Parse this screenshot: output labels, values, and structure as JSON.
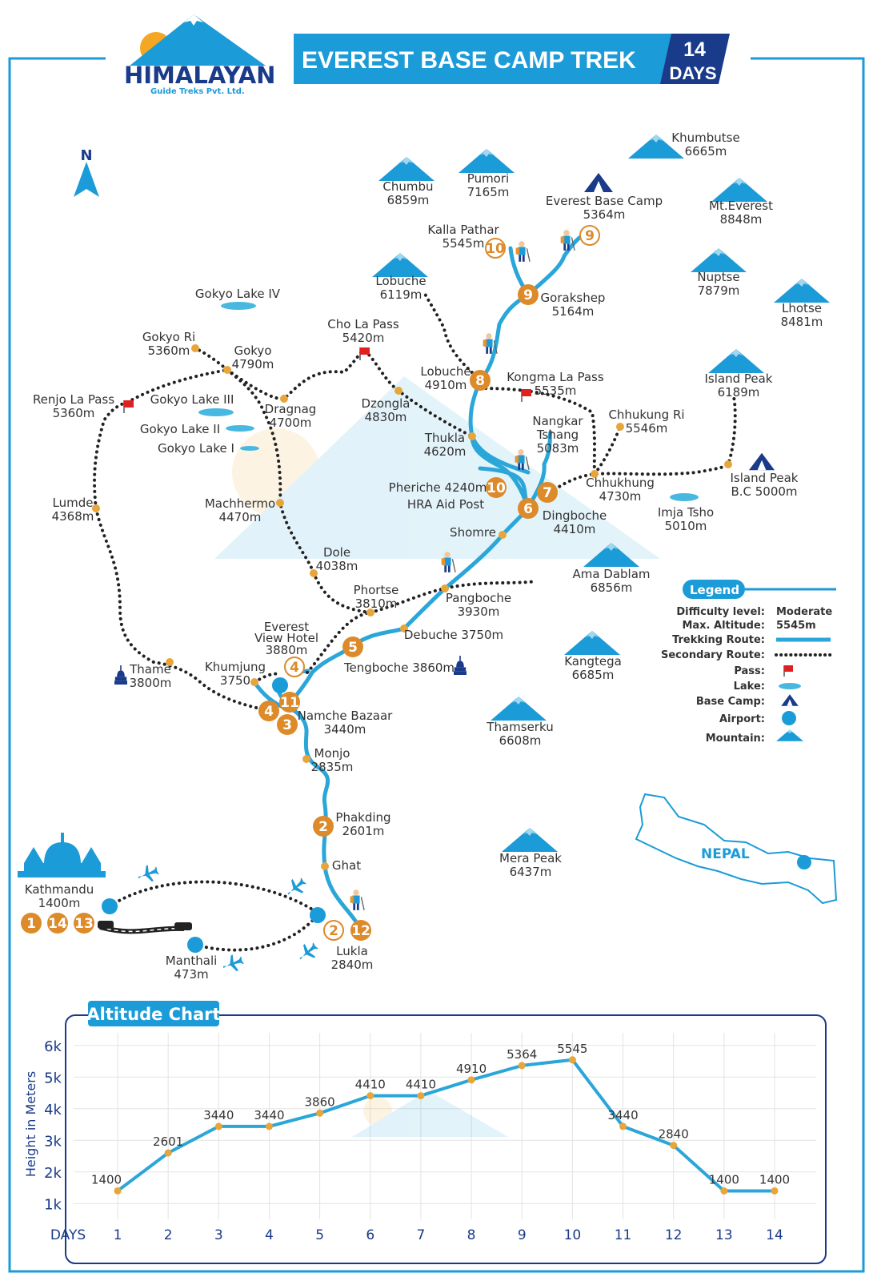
{
  "logo": {
    "brand": "HIMALAYAN",
    "tagline": "Guide Treks Pvt. Ltd."
  },
  "header": {
    "title": "EVEREST BASE CAMP TREK",
    "days_number": "14",
    "days_word": "DAYS"
  },
  "north_label": "N",
  "colors": {
    "primary_blue": "#1b9bd7",
    "dark_blue": "#1a3a8a",
    "orange": "#e8922b",
    "marker_orange": "#dc8a2a",
    "route_blue": "#2ba6d8"
  },
  "mountains": [
    {
      "name": "Chumbu",
      "alt": "6859m"
    },
    {
      "name": "Pumori",
      "alt": "7165m"
    },
    {
      "name": "Khumbutse",
      "alt": "6665m"
    },
    {
      "name": "Mt.Everest",
      "alt": "8848m"
    },
    {
      "name": "Lobuche",
      "alt": "6119m"
    },
    {
      "name": "Nuptse",
      "alt": "7879m"
    },
    {
      "name": "Lhotse",
      "alt": "8481m"
    },
    {
      "name": "Island Peak",
      "alt": "6189m"
    },
    {
      "name": "Ama Dablam",
      "alt": "6856m"
    },
    {
      "name": "Kangtega",
      "alt": "6685m"
    },
    {
      "name": "Thamserku",
      "alt": "6608m"
    },
    {
      "name": "Mera Peak",
      "alt": "6437m"
    }
  ],
  "places": [
    {
      "name": "Everest Base Camp",
      "alt": "5364m"
    },
    {
      "name": "Kalla Pathar",
      "alt": "5545m"
    },
    {
      "name": "Gorakshep",
      "alt": "5164m"
    },
    {
      "name": "Gokyo Lake IV",
      "alt": ""
    },
    {
      "name": "Cho La Pass",
      "alt": "5420m"
    },
    {
      "name": "Gokyo Ri",
      "alt": "5360m"
    },
    {
      "name": "Gokyo",
      "alt": "4790m"
    },
    {
      "name": "Renjo La Pass",
      "alt": "5360m"
    },
    {
      "name": "Gokyo Lake III",
      "alt": ""
    },
    {
      "name": "Dragnag",
      "alt": "4700m"
    },
    {
      "name": "Gokyo Lake II",
      "alt": ""
    },
    {
      "name": "Gokyo Lake I",
      "alt": ""
    },
    {
      "name": "Lobuche",
      "alt": "4910m"
    },
    {
      "name": "Kongma La Pass",
      "alt": "5535m"
    },
    {
      "name": "Dzongla",
      "alt": "4830m"
    },
    {
      "name": "Thukla",
      "alt": "4620m"
    },
    {
      "name": "Nangkar",
      "alt": ""
    },
    {
      "name": "Tshang",
      "alt": "5083m"
    },
    {
      "name": "Chhukung Ri",
      "alt": "5546m"
    },
    {
      "name": "Island Peak",
      "alt": "B.C 5000m"
    },
    {
      "name": "Chhukhung",
      "alt": "4730m"
    },
    {
      "name": "Imja Tsho",
      "alt": "5010m"
    },
    {
      "name": "Lumde",
      "alt": "4368m"
    },
    {
      "name": "Machhermo",
      "alt": "4470m"
    },
    {
      "name": "Dingboche",
      "alt": "4410m"
    },
    {
      "name": "Shomre",
      "alt": ""
    },
    {
      "name": "Dole",
      "alt": "4038m"
    },
    {
      "name": "Phortse",
      "alt": "3810m"
    },
    {
      "name": "Pangboche",
      "alt": "3930m"
    },
    {
      "name": "Everest",
      "alt": ""
    },
    {
      "name": "View Hotel",
      "alt": "3880m"
    },
    {
      "name": "Thame",
      "alt": "3800m"
    },
    {
      "name": "Khumjung",
      "alt": "3750"
    },
    {
      "name": "Namche Bazaar",
      "alt": "3440m"
    },
    {
      "name": "Monjo",
      "alt": "2835m"
    },
    {
      "name": "Phakding",
      "alt": "2601m"
    },
    {
      "name": "Ghat",
      "alt": ""
    },
    {
      "name": "Kathmandu",
      "alt": "1400m"
    },
    {
      "name": "Manthali",
      "alt": "473m"
    },
    {
      "name": "Lukla",
      "alt": "2840m"
    }
  ],
  "inline_labels": {
    "pheriche": "Pheriche 4240m",
    "hra": "HRA Aid Post",
    "debuche": "Debuche 3750m",
    "tengboche": "Tengboche 3860m"
  },
  "day_markers": [
    "1",
    "2",
    "3",
    "4",
    "5",
    "6",
    "7",
    "8",
    "9",
    "10",
    "11",
    "12",
    "13",
    "14"
  ],
  "legend": {
    "title": "Legend",
    "difficulty_label": "Difficulty level:",
    "difficulty_value": "Moderate",
    "altitude_label": "Max. Altitude:",
    "altitude_value": "5545m",
    "trekking_route": "Trekking Route:",
    "secondary_route": "Secondary Route:",
    "pass": "Pass:",
    "lake": "Lake:",
    "base_camp": "Base Camp:",
    "airport": "Airport:",
    "mountain": "Mountain:"
  },
  "country_label": "NEPAL",
  "chart_data": {
    "type": "line",
    "title": "Altitude Chart",
    "xlabel": "DAYS",
    "ylabel": "Height in Meters",
    "categories": [
      "1",
      "2",
      "3",
      "4",
      "5",
      "6",
      "7",
      "8",
      "9",
      "10",
      "11",
      "12",
      "13",
      "14"
    ],
    "values": [
      1400,
      2601,
      3440,
      3440,
      3860,
      4410,
      4410,
      4910,
      5364,
      5545,
      3440,
      2840,
      1400,
      1400
    ],
    "ytick_labels": [
      "1k",
      "2k",
      "3k",
      "4k",
      "5k",
      "6k"
    ],
    "yticks": [
      1000,
      2000,
      3000,
      4000,
      5000,
      6000
    ],
    "ylim": [
      500,
      6400
    ],
    "grid": true
  }
}
